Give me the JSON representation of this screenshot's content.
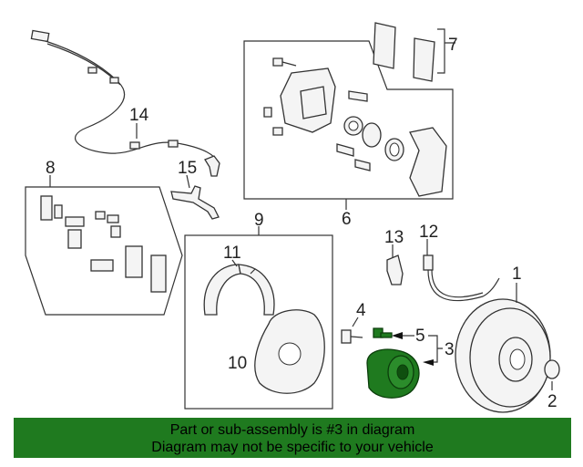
{
  "callouts": {
    "c1": "1",
    "c2": "2",
    "c3": "3",
    "c4": "4",
    "c5": "5",
    "c6": "6",
    "c7": "7",
    "c8": "8",
    "c9": "9",
    "c10": "10",
    "c11": "11",
    "c12": "12",
    "c13": "13",
    "c14": "14",
    "c15": "15"
  },
  "banner": {
    "line1": "Part or sub-assembly is #3 in diagram",
    "line2": "Diagram may not be specific to your vehicle"
  },
  "colors": {
    "highlight": "#1f7a1f",
    "banner_bg": "#1f7a1f"
  }
}
